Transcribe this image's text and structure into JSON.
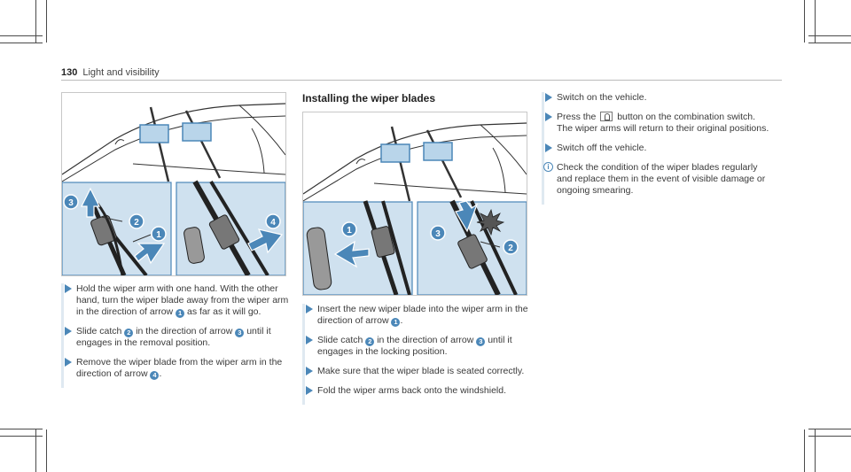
{
  "header": {
    "page_number": "130",
    "section_title": "Light and visibility"
  },
  "middle": {
    "title": "Installing the wiper blades"
  },
  "callouts": {
    "c1": "1",
    "c2": "2",
    "c3": "3",
    "c4": "4"
  },
  "left_steps": {
    "s1": {
      "a": "Hold the wiper arm with one hand. With the other hand, turn the wiper blade away from the wiper arm in the direction of arrow",
      "b": "as far as it will go."
    },
    "s2": {
      "a": "Slide catch",
      "b": "in the direction of arrow",
      "c": "until it engages in the removal position."
    },
    "s3": {
      "a": "Remove the wiper blade from the wiper arm in the direction of arrow",
      "b": "."
    }
  },
  "middle_steps": {
    "s1": {
      "a": "Insert the new wiper blade into the wiper arm in the direction of arrow",
      "b": "."
    },
    "s2": {
      "a": "Slide catch",
      "b": "in the direction of arrow",
      "c": "until it engages in the locking position."
    },
    "s3": {
      "text": "Make sure that the wiper blade is seated correctly."
    },
    "s4": {
      "text": "Fold the wiper arms back onto the windshield."
    }
  },
  "right_steps": {
    "s1": {
      "text": "Switch on the vehicle."
    },
    "s2": {
      "a": "Press the",
      "b": "button on the combination switch.",
      "c": "The wiper arms will return to their original positions."
    },
    "s3": {
      "text": "Switch off the vehicle."
    },
    "note": {
      "text": "Check the condition of the wiper blades regularly and replace them in the event of visible damage or ongoing smearing."
    }
  },
  "colors": {
    "accent": "#4b87b8",
    "panel_fill": "#cfe1ef",
    "step_bar": "#dfe9f1"
  },
  "icons": [
    "wiper-button-icon",
    "info-icon",
    "step-arrow-icon"
  ]
}
